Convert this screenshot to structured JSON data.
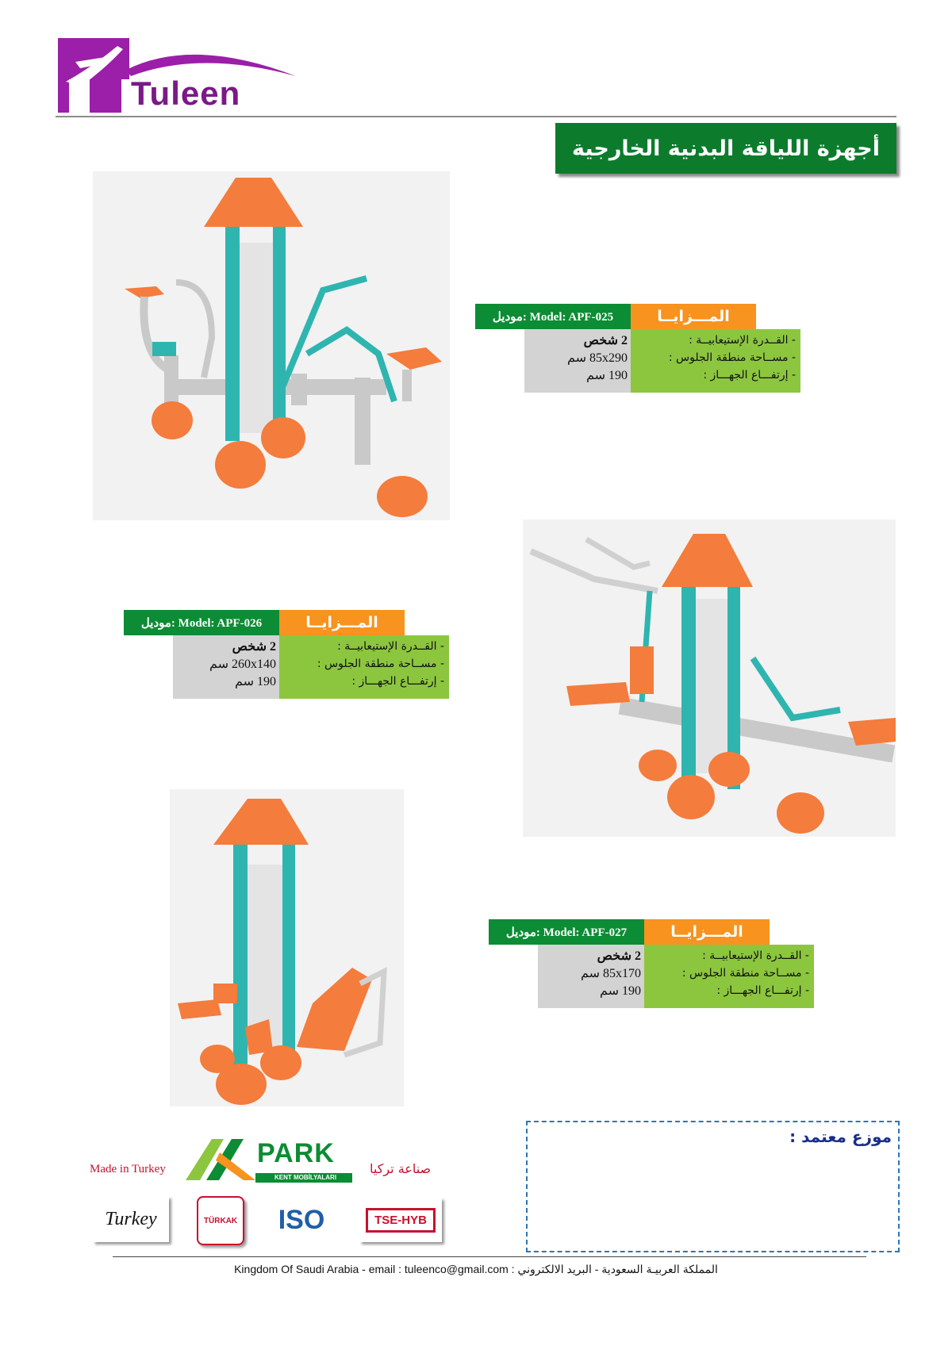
{
  "header": {
    "brand_name": "Tuleen",
    "title": "أجهزة اللياقة البدنية الخارجية"
  },
  "colors": {
    "brand_purple": "#9b1fa8",
    "banner_green": "#0c7c2c",
    "model_green": "#0c8c34",
    "features_orange": "#f7931e",
    "value_grey": "#d3d3d3",
    "label_lightgreen": "#8cc63f",
    "equipment_teal": "#2fb5b0",
    "equipment_orange": "#f47c3c"
  },
  "products": [
    {
      "model_label": "Model: APF-025 :موديل",
      "features_label": "المـــزايــا",
      "specs": [
        {
          "label": "- القــدرة الإستيعابيــة  :",
          "value": "2 شخص"
        },
        {
          "label": "- مســاحة منطقة الجلوس  :",
          "value": "85x290 سم"
        },
        {
          "label": "- إرتفـــاع  الجهـــاز  :",
          "value": "190 سم"
        }
      ]
    },
    {
      "model_label": "Model: APF-026 :موديل",
      "features_label": "المـــزايــا",
      "specs": [
        {
          "label": "- القــدرة الإستيعابيــة  :",
          "value": "2 شخص"
        },
        {
          "label": "- مســاحة منطقة الجلوس  :",
          "value": "260x140 سم"
        },
        {
          "label": "- إرتفـــاع  الجهـــاز  :",
          "value": "190 سم"
        }
      ]
    },
    {
      "model_label": "Model: APF-027 :موديل",
      "features_label": "المـــزايــا",
      "specs": [
        {
          "label": "- القــدرة الإستيعابيــة  :",
          "value": "2 شخص"
        },
        {
          "label": "- مســاحة منطقة الجلوس  :",
          "value": "85x170 سم"
        },
        {
          "label": "- إرتفـــاع  الجهـــاز  :",
          "value": "190 سم"
        }
      ]
    }
  ],
  "equipment_logo_text": "APARK",
  "distributor": {
    "label": "موزع معتمد :"
  },
  "badges": {
    "made_in_en": "Made in Turkey",
    "made_in_ar": "صناعة تركيا",
    "park_logo": "PARK",
    "park_sub": "KENT MOBİLYALARI",
    "turkey": "Turkey",
    "turkak": "TÜRKAK",
    "iso": "ISO",
    "tse": "TSE-HYB"
  },
  "footer": {
    "contact": "Kingdom Of Saudi Arabia - email :  tuleenco@gmail.com  : المملكة العربيـة السعودية - البريد الالكتروني"
  }
}
